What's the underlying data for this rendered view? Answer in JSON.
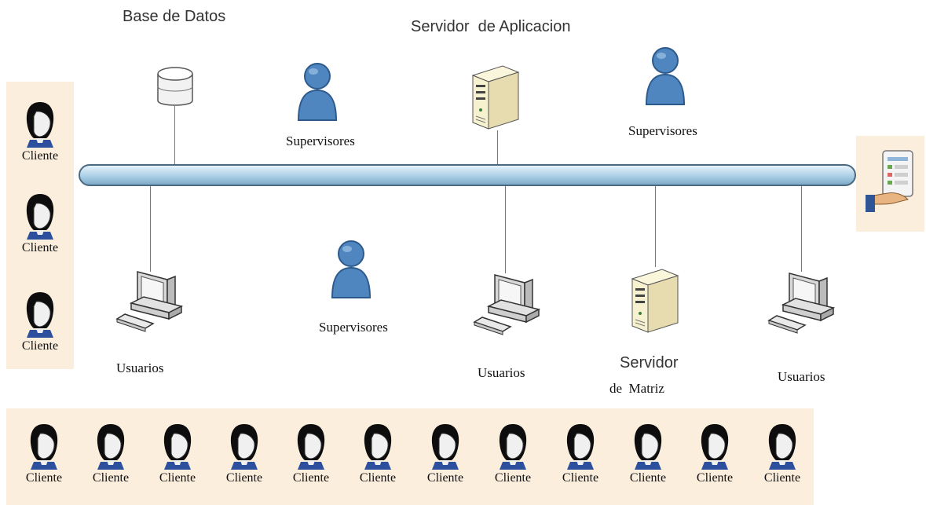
{
  "labels": {
    "database": "Base de Datos",
    "app_server": "Servidor  de Aplicacion",
    "matrix_server_line1": "Servidor",
    "matrix_server_line2": "de  Matriz",
    "supervisors": [
      "Supervisores",
      "Supervisores",
      "Supervisores"
    ],
    "users": [
      "Usuarios",
      "Usuarios",
      "Usuarios"
    ]
  },
  "left_clients": [
    "Cliente",
    "Cliente",
    "Cliente"
  ],
  "bottom_clients": [
    "Cliente",
    "Cliente",
    "Cliente",
    "Cliente",
    "Cliente",
    "Cliente",
    "Cliente",
    "Cliente",
    "Cliente",
    "Cliente",
    "Cliente",
    "Cliente"
  ],
  "icons": [
    "database-icon",
    "supervisor-icon",
    "server-icon",
    "desktop-computer-icon",
    "client-person-icon",
    "document-hand-icon"
  ],
  "colors": {
    "panel": "#fbeedd",
    "bus": "#9cc4df",
    "supervisor": "#4f86c0",
    "server": "#f3efc8"
  }
}
